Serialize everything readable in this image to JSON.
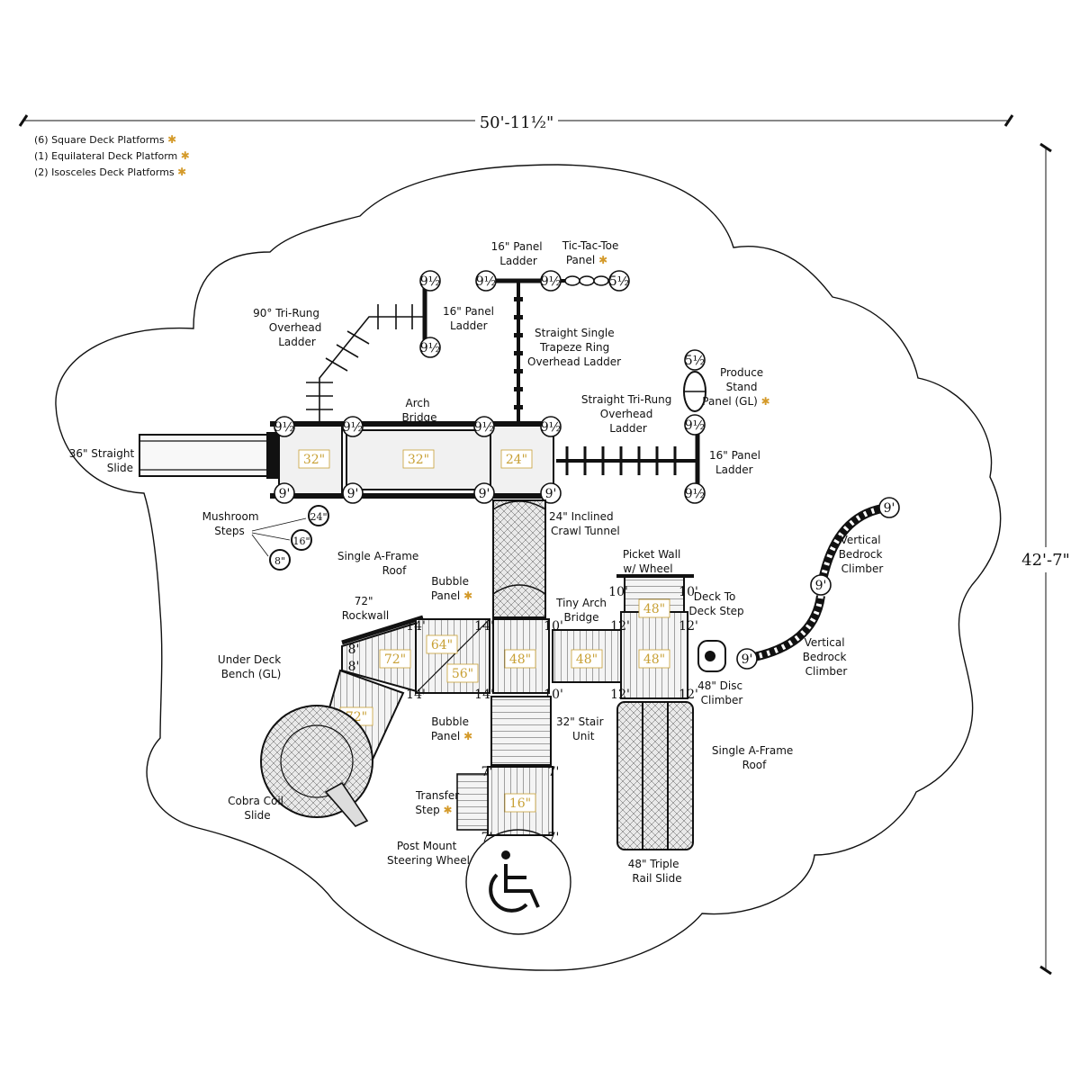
{
  "dimensions": {
    "width": "50'-11½\"",
    "depth": "42'-7\""
  },
  "legend": [
    {
      "text": "(6) Square Deck Platforms",
      "star": "✱"
    },
    {
      "text": "(1) Equilateral Deck Platform",
      "star": "✱"
    },
    {
      "text": "(2) Isosceles Deck Platforms",
      "star": "✱"
    }
  ],
  "components": {
    "tri_rung_90": [
      "90° Tri-Rung",
      "Overhead",
      "Ladder"
    ],
    "panel_ladder_left": [
      "16\" Panel",
      "Ladder"
    ],
    "panel_ladder_top": [
      "16\" Panel",
      "Ladder"
    ],
    "tic_tac_toe": [
      "Tic-Tac-Toe",
      "Panel"
    ],
    "trapeze": [
      "Straight Single",
      "Trapeze Ring",
      "Overhead Ladder"
    ],
    "produce_stand": [
      "Produce",
      "Stand",
      "Panel (GL)"
    ],
    "straight_tri_rung": [
      "Straight Tri-Rung",
      "Overhead",
      "Ladder"
    ],
    "panel_ladder_right": [
      "16\" Panel",
      "Ladder"
    ],
    "arch_bridge": [
      "Arch",
      "Bridge"
    ],
    "straight_slide": [
      "36\" Straight",
      "Slide"
    ],
    "mushroom_steps": [
      "Mushroom",
      "Steps"
    ],
    "crawl_tunnel": [
      "24\" Inclined",
      "Crawl Tunnel"
    ],
    "a_frame_top": [
      "Single A-Frame",
      "Roof"
    ],
    "bubble_top": [
      "Bubble",
      "Panel"
    ],
    "rockwall": [
      "72\"",
      "Rockwall"
    ],
    "under_deck_bench": [
      "Under Deck",
      "Bench (GL)"
    ],
    "tiny_arch_bridge": [
      "Tiny Arch",
      "Bridge"
    ],
    "picket_wall": [
      "Picket Wall",
      "w/ Wheel"
    ],
    "deck_to_deck": [
      "Deck To",
      "Deck Step"
    ],
    "bedrock_top": [
      "Vertical",
      "Bedrock",
      "Climber"
    ],
    "bedrock_bottom": [
      "Vertical",
      "Bedrock",
      "Climber"
    ],
    "disc_climber": [
      "48\" Disc",
      "Climber"
    ],
    "a_frame_bottom": [
      "Single A-Frame",
      "Roof"
    ],
    "bubble_bottom": [
      "Bubble",
      "Panel"
    ],
    "stair_unit": [
      "32\" Stair",
      "Unit"
    ],
    "cobra_coil": [
      "Cobra Coil",
      "Slide"
    ],
    "transfer_step": [
      "Transfer",
      "Step"
    ],
    "steering_wheel": [
      "Post Mount",
      "Steering Wheel"
    ],
    "triple_rail": [
      "48\" Triple",
      "Rail Slide"
    ]
  },
  "deck_heights": {
    "d1": "32\"",
    "d2": "32\"",
    "d3": "24\"",
    "d4": "72\"",
    "d5": "64\"",
    "d6": "56\"",
    "d7": "48\"",
    "d8": "48\"",
    "d9": "48\"",
    "d10": "48\"",
    "d11": "72\"",
    "d12": "16\""
  },
  "mushroom_heights": [
    "24\"",
    "16\"",
    "8\""
  ],
  "post_heights": {
    "nine_half": "9½",
    "five_half": "5½",
    "nine": "9'",
    "fourteen": "14'",
    "ten": "10'",
    "twelve": "12'",
    "seven": "7'",
    "eight": "8'"
  },
  "accessibility": {
    "icon": "wheelchair-icon"
  },
  "colors": {
    "ink": "#111111",
    "accent": "#c8a035",
    "deck_fill": "#f1f1f1"
  }
}
